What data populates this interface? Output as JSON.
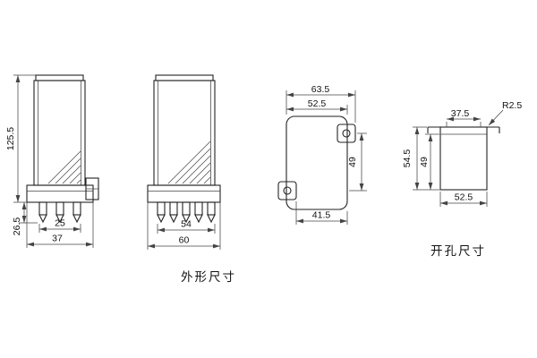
{
  "page": {
    "background": "#ffffff",
    "ink_color": "#222222"
  },
  "captions": {
    "outline_caption": "外形尺寸",
    "cutout_caption": "开孔尺寸"
  },
  "views": {
    "front_view": {
      "overall_height": "125.5",
      "pin_length": "26.5",
      "pin_span": "25",
      "base_width": "37"
    },
    "side_view": {
      "pin_span": "54",
      "base_width": "60"
    },
    "top_view": {
      "overall_width": "63.5",
      "body_width": "52.5",
      "hole_spacing_vertical": "49",
      "hole_spacing_horizontal": "41.5"
    },
    "cutout_view": {
      "top_width": "37.5",
      "corner_radius": "R2.5",
      "outer_height": "54.5",
      "inner_height": "49",
      "bottom_width": "52.5"
    }
  }
}
